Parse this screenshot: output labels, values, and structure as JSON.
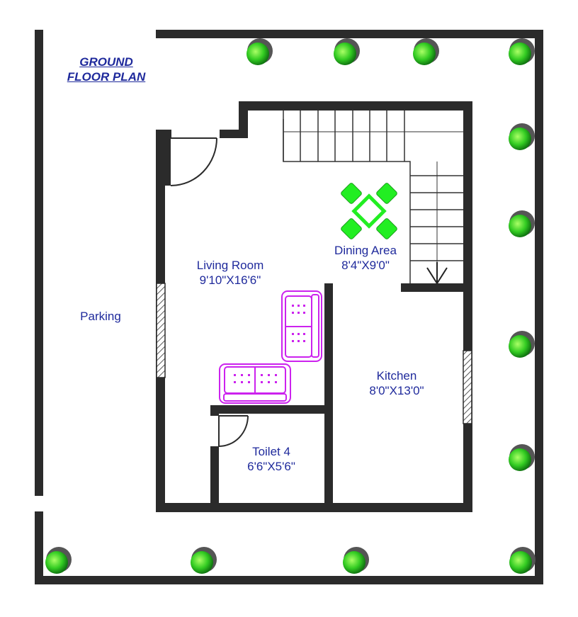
{
  "title": {
    "line1": "GROUND",
    "line2": "FLOOR PLAN"
  },
  "rooms": {
    "living": {
      "name": "Living Room",
      "size": "9'10\"X16'6\""
    },
    "dining": {
      "name": "Dining Area",
      "size": "8'4\"X9'0\""
    },
    "kitchen": {
      "name": "Kitchen",
      "size": "8'0\"X13'0\""
    },
    "toilet": {
      "name": "Toilet 4",
      "size": "6'6\"X5'6\""
    },
    "parking": {
      "name": "Parking"
    }
  },
  "colors": {
    "wall": "#2b2b2b",
    "text": "#1f2a9c",
    "tree": "#33cc22",
    "furniture": "#cc22ee",
    "dining_table": "#22ee22"
  }
}
